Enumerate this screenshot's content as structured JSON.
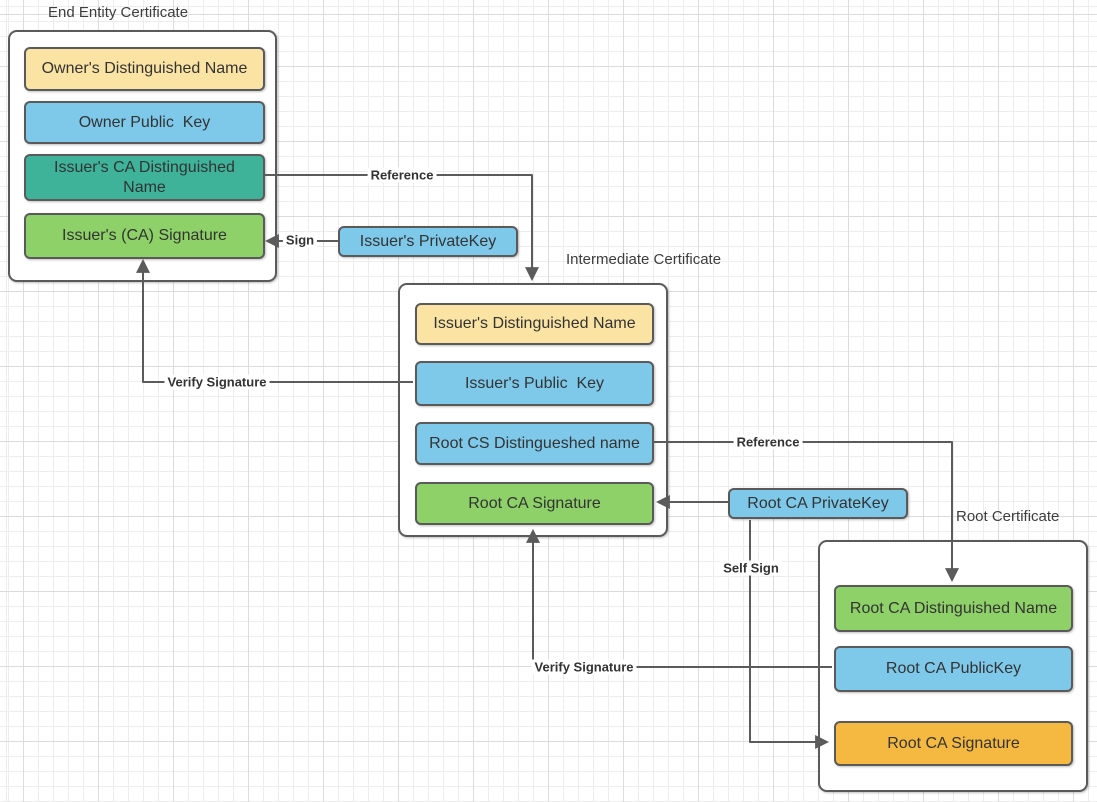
{
  "diagram": {
    "groups": {
      "end_entity": {
        "title": "End Entity Certificate",
        "fields": [
          {
            "label": "Owner's Distinguished Name",
            "fill": "#FBE3A3"
          },
          {
            "label": "Owner Public  Key",
            "fill": "#7EC9EA"
          },
          {
            "label": "Issuer's CA Distinguished\nName",
            "fill": "#3EB39A"
          },
          {
            "label": "Issuer's (CA) Signature",
            "fill": "#8DD168"
          }
        ]
      },
      "intermediate": {
        "title": "Intermediate Certificate",
        "fields": [
          {
            "label": "Issuer's Distinguished Name",
            "fill": "#FBE3A3"
          },
          {
            "label": "Issuer's Public  Key",
            "fill": "#7EC9EA"
          },
          {
            "label": "Root CS Distingueshed name",
            "fill": "#7EC9EA"
          },
          {
            "label": "Root CA Signature",
            "fill": "#8DD168"
          }
        ]
      },
      "root": {
        "title": "Root Certificate",
        "fields": [
          {
            "label": "Root CA Distinguished Name",
            "fill": "#8DD168"
          },
          {
            "label": "Root CA PublicKey",
            "fill": "#7EC9EA"
          },
          {
            "label": "Root CA Signature",
            "fill": "#F5B942"
          }
        ]
      }
    },
    "standalone": {
      "issuer_private_key": {
        "label": "Issuer's PrivateKey",
        "fill": "#7EC9EA"
      },
      "root_private_key": {
        "label": "Root CA PrivateKey",
        "fill": "#7EC9EA"
      }
    },
    "connector_labels": {
      "reference_1": "Reference",
      "sign": "Sign",
      "verify_signature_1": "Verify Signature",
      "reference_2": "Reference",
      "self_sign": "Self Sign",
      "verify_signature_2": "Verify Signature"
    },
    "colors": {
      "line": "#5B5B5B",
      "yellow": "#FBE3A3",
      "blue": "#7EC9EA",
      "teal": "#3EB39A",
      "green": "#8DD168",
      "orange": "#F5B942"
    }
  }
}
